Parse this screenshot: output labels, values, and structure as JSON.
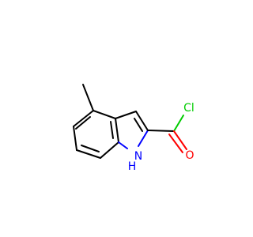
{
  "molecule": {
    "atoms": {
      "chlorine": {
        "label": "Cl",
        "color": "#00cc00"
      },
      "oxygen": {
        "label": "O",
        "color": "#ff0000"
      },
      "nitrogen": {
        "label": "N",
        "color": "#0000ff"
      },
      "hydrogen": {
        "label": "H",
        "color": "#0000ff"
      }
    },
    "bond_color": "#000000"
  }
}
